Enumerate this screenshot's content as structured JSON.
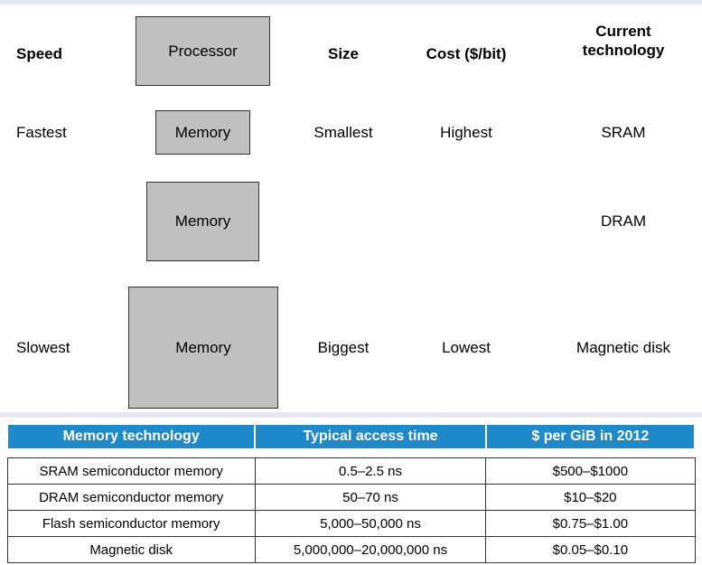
{
  "headers": {
    "speed": "Speed",
    "size": "Size",
    "cost": "Cost ($/bit)",
    "technology_line1": "Current",
    "technology_line2": "technology"
  },
  "processor_label": "Processor",
  "levels": [
    {
      "memory_label": "Memory",
      "speed": "Fastest",
      "size": "Smallest",
      "cost": "Highest",
      "technology": "SRAM"
    },
    {
      "memory_label": "Memory",
      "speed": "",
      "size": "",
      "cost": "",
      "technology": "DRAM"
    },
    {
      "memory_label": "Memory",
      "speed": "Slowest",
      "size": "Biggest",
      "cost": "Lowest",
      "technology": "Magnetic disk"
    }
  ],
  "table": {
    "columns": [
      "Memory technology",
      "Typical access time",
      "$ per GiB in 2012"
    ],
    "rows": [
      [
        "SRAM semiconductor memory",
        "0.5–2.5 ns",
        "$500–$1000"
      ],
      [
        "DRAM semiconductor memory",
        "50–70 ns",
        "$10–$20"
      ],
      [
        "Flash semiconductor memory",
        "5,000–50,000 ns",
        "$0.75–$1.00"
      ],
      [
        "Magnetic disk",
        "5,000,000–20,000,000 ns",
        "$0.05–$0.10"
      ]
    ]
  },
  "colors": {
    "header_blue": "#1f8ac9",
    "box_gray": "#c0c0c0",
    "band": "#e6e8f2"
  }
}
